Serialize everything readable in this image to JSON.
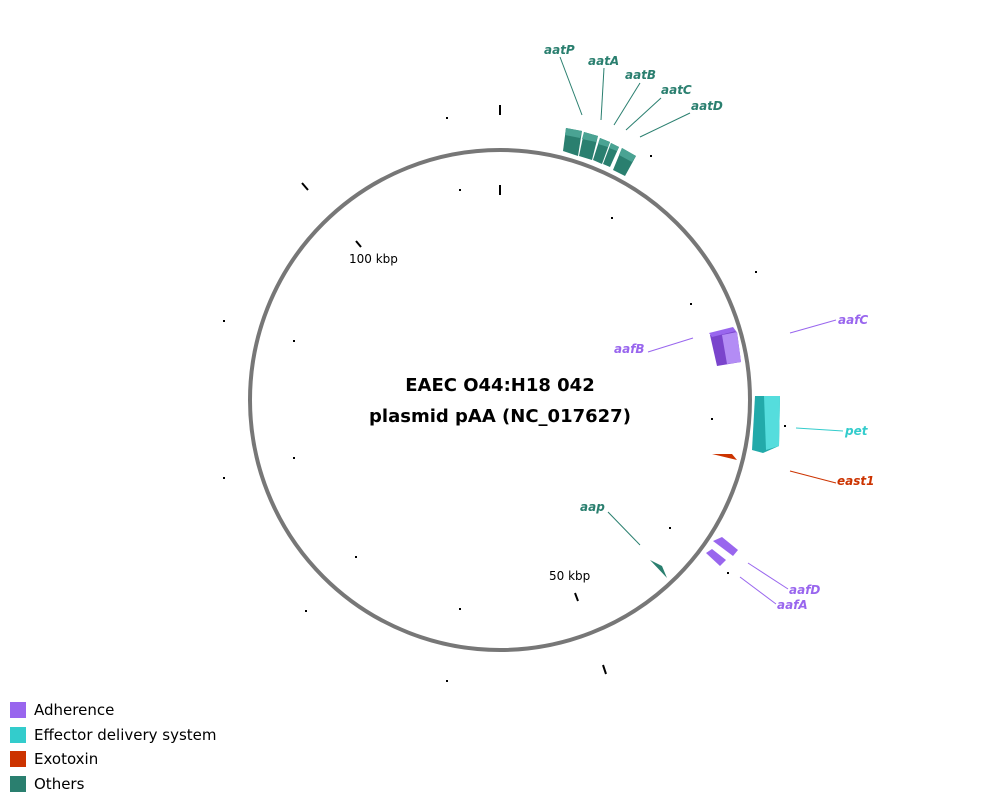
{
  "title": {
    "line1": "EAEC O44:H18 042",
    "line2": "plasmid pAA (NC_017627)"
  },
  "colors": {
    "Adherence": "#9966ee",
    "Effector delivery system": "#33cccc",
    "Exotoxin": "#cc3300",
    "Others": "#2a7f6f",
    "backbone": "#777777"
  },
  "legend": [
    {
      "label": "Adherence",
      "color": "#9966ee"
    },
    {
      "label": "Effector delivery system",
      "color": "#33cccc"
    },
    {
      "label": "Exotoxin",
      "color": "#cc3300"
    },
    {
      "label": "Others",
      "color": "#2a7f6f"
    }
  ],
  "scale_labels": [
    {
      "text": "100 kbp"
    },
    {
      "text": "50 kbp"
    }
  ],
  "genes": [
    {
      "name": "aatP",
      "category": "Others"
    },
    {
      "name": "aatA",
      "category": "Others"
    },
    {
      "name": "aatB",
      "category": "Others"
    },
    {
      "name": "aatC",
      "category": "Others"
    },
    {
      "name": "aatD",
      "category": "Others"
    },
    {
      "name": "aafC",
      "category": "Adherence"
    },
    {
      "name": "aafB",
      "category": "Adherence"
    },
    {
      "name": "pet",
      "category": "Effector delivery system"
    },
    {
      "name": "east1",
      "category": "Exotoxin"
    },
    {
      "name": "aap",
      "category": "Others"
    },
    {
      "name": "aafD",
      "category": "Adherence"
    },
    {
      "name": "aafA",
      "category": "Adherence"
    }
  ]
}
